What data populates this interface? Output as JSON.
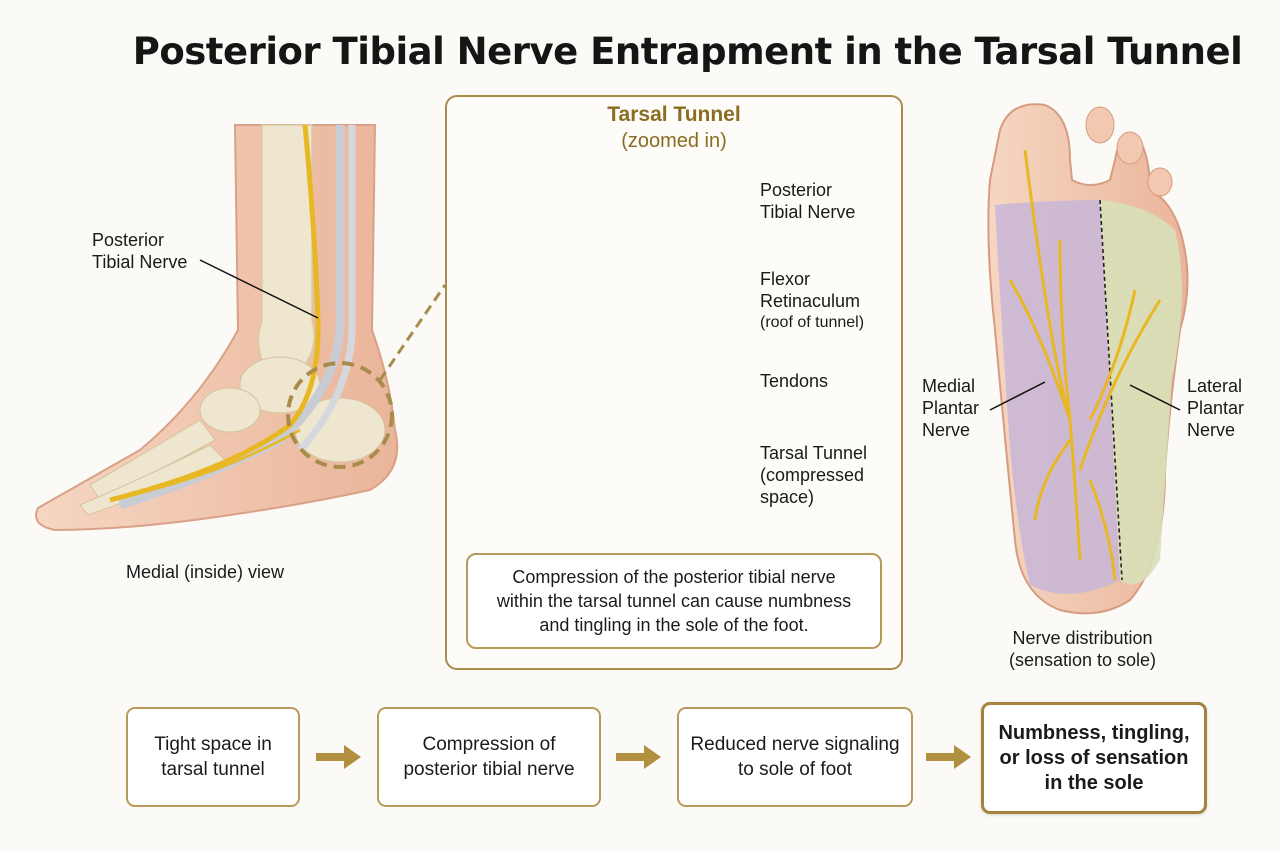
{
  "title": "Posterior Tibial Nerve Entrapment in the Tarsal Tunnel",
  "left_panel": {
    "nerve_label": [
      "Posterior",
      "Tibial Nerve"
    ],
    "caption": "Medial (inside) view"
  },
  "zoom_panel": {
    "title": "Tarsal Tunnel",
    "subtitle": "(zoomed in)",
    "labels": {
      "nerve": [
        "Posterior",
        "Tibial Nerve"
      ],
      "retinaculum": [
        "Flexor",
        "Retinaculum",
        "(roof of tunnel)"
      ],
      "tendons": "Tendons",
      "tunnel": [
        "Tarsal Tunnel",
        "(compressed",
        "space)"
      ]
    },
    "note": [
      "Compression of the posterior tibial nerve",
      "within the tarsal tunnel can cause numbness",
      "and tingling in the sole of the foot."
    ]
  },
  "right_panel": {
    "medial_label": [
      "Medial",
      "Plantar",
      "Nerve"
    ],
    "lateral_label": [
      "Lateral",
      "Plantar",
      "Nerve"
    ],
    "caption": [
      "Nerve distribution",
      "(sensation to sole)"
    ]
  },
  "flow": [
    {
      "lines": [
        "Tight space in",
        "tarsal tunnel"
      ]
    },
    {
      "lines": [
        "Compression of",
        "posterior tibial nerve"
      ]
    },
    {
      "lines": [
        "Reduced nerve signaling",
        "to sole of foot"
      ]
    },
    {
      "lines": [
        "Numbness, tingling,",
        "or loss of sensation",
        "in the sole"
      ]
    }
  ],
  "colors": {
    "nerve": "#e8b824",
    "accent_gold": "#a98c4c",
    "skin": "#f2c9b0",
    "medial_zone": "#c8b6d8",
    "lateral_zone": "#d8e0b8"
  }
}
